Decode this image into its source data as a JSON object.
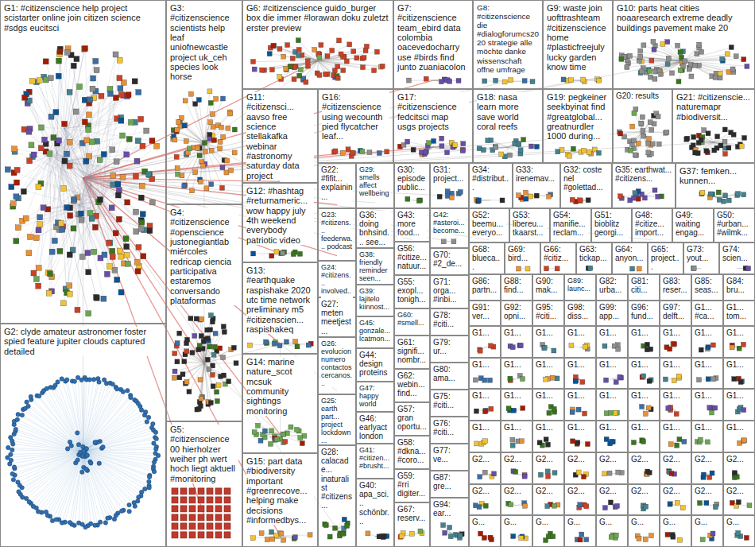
{
  "diagram": {
    "nodes": [
      {
        "text": [
          "G1: #citizenscience help project scistarter online join citizen science #sdgs eucitsci"
        ]
      },
      {
        "text": [
          "G2: clyde amateur astronomer foster spied feature jupiter clouds captured detailed"
        ]
      },
      {
        "text": [
          "G3: #citizenscience scientists help leaf uniofnewcastle project uk_ceh species look horse"
        ]
      },
      {
        "text": [
          "G6: #citizenscience guido_burger box die immer #lorawan doku zuletzt erster preview"
        ]
      },
      {
        "text": [
          "G7: #citizenscience team_ebird data colombia oacevedocharry use #birds find junto zuaniacolon"
        ]
      },
      {
        "text": [
          "G8: #citizenscience die #dialogforumcs2020 strategie alle möchte danke wissenschaft offne umfrage"
        ]
      },
      {
        "text": [
          "G9: waste join uofttrashteam #citizenscience home #plasticfreejuly lucky garden know time"
        ]
      },
      {
        "text": [
          "G10: parts heat cities noaaresearch extreme deadly buildings pavement make 20"
        ]
      },
      {
        "text": [
          "G4: #citizenscience #openscience justonegiantlab miércoles redricap ciencia participativa estaremos conversando plataformas"
        ]
      },
      {
        "text": [
          "G5: #citizenscience 00 hierholzer weiher ph wert hoch liegt aktuell #monitoring"
        ]
      },
      {
        "text": [
          "G11: #citizensci... aavso free science stellakafka webinar #astronomy saturday data project"
        ]
      },
      {
        "text": [
          "G12: #hashtag #returnameric... wow happy july 4th weekend everybody patriotic video"
        ]
      },
      {
        "text": [
          "G13: #earthquake raspishake 2020 utc time network preliminary m5 #citizenscien... raspishakeq"
        ]
      },
      {
        "text": [
          "G14: marine nature_scot mcsuk community sightings monitoring"
        ]
      },
      {
        "text": [
          "G15: part data #biodiversity important #greenrecove... helping make decisions #informedbys..."
        ]
      },
      {
        "text": [
          "G16: #citizenscience using wecounth pied flycatcher leaf..."
        ]
      },
      {
        "text": [
          "G17: #citizenscience fedcitsci map usgs projects"
        ]
      },
      {
        "text": [
          "G18: nasa learn more save world coral reefs"
        ]
      },
      {
        "text": [
          "G19: pegkeiner seekbyinat find #greatglobal... greatnurdler 1000 during..."
        ]
      },
      {
        "text": [
          "G20: results"
        ]
      },
      {
        "text": [
          "G21: #citizenscie... naturemapr #biodiversit..."
        ]
      },
      {
        "text": [
          "G22: #fifit... explainin..."
        ]
      },
      {
        "text": [
          "G29: smells affect wellbeing"
        ]
      },
      {
        "text": [
          "G30: episode public..."
        ]
      },
      {
        "text": [
          "G31: project..."
        ]
      },
      {
        "text": [
          "G34: #distribut..."
        ]
      },
      {
        "text": [
          "G33: irenemav..."
        ]
      },
      {
        "text": [
          "G32: coste nel #golettad..."
        ]
      },
      {
        "text": [
          "G35: earthwat... #citizens..."
        ]
      },
      {
        "text": [
          "G37: femken... kunnen..."
        ]
      },
      {
        "text": [
          "G23: #citizens... feederwa... podcast"
        ]
      },
      {
        "text": [
          "G24: #citizens... involved..."
        ]
      },
      {
        "text": [
          "G27: meten meetjest..."
        ]
      },
      {
        "text": [
          "G26: evolucion numero contactos cercanos..."
        ]
      },
      {
        "text": [
          "G25: earth part... project lockdown..."
        ]
      },
      {
        "text": [
          "G28: calacade... inaturalist #citizens..."
        ]
      },
      {
        "text": [
          "G36: doing bnhsind... see..."
        ]
      },
      {
        "text": [
          "G38: friendly reminder seen..."
        ]
      },
      {
        "text": [
          "G39: lajitelo kiinnost..."
        ]
      },
      {
        "text": [
          "G45: gonzale... lcatmon..."
        ]
      },
      {
        "text": [
          "G44: design proteins"
        ]
      },
      {
        "text": [
          "G47: happy world"
        ]
      },
      {
        "text": [
          "G46: earlyact london"
        ]
      },
      {
        "text": [
          "G41: #citizen... #brusht..."
        ]
      },
      {
        "text": [
          "G40: apa_sci... schönbr..."
        ]
      },
      {
        "text": [
          "G43: more food..."
        ]
      },
      {
        "text": [
          "G56: #citize... natuur..."
        ]
      },
      {
        "text": [
          "G55: exopl... tonigh..."
        ]
      },
      {
        "text": [
          "G60: #smell..."
        ]
      },
      {
        "text": [
          "G61: signifi... nombr..."
        ]
      },
      {
        "text": [
          "G62: webin... find..."
        ]
      },
      {
        "text": [
          "G57: gran oportu..."
        ]
      },
      {
        "text": [
          "G58: #dkna... #coro..."
        ]
      },
      {
        "text": [
          "G59: #rri digiter..."
        ]
      },
      {
        "text": [
          "G67: reserv..."
        ]
      },
      {
        "text": [
          "G42: #asteroi... become..."
        ]
      },
      {
        "text": [
          "G70: #2_de..."
        ]
      },
      {
        "text": [
          "G71: orga... #inbi..."
        ]
      },
      {
        "text": [
          "G78: #citi..."
        ]
      },
      {
        "text": [
          "G79: ur..."
        ]
      },
      {
        "text": [
          "G80: ama..."
        ]
      },
      {
        "text": [
          "G75: #citi..."
        ]
      },
      {
        "text": [
          "G76: #citi..."
        ]
      },
      {
        "text": [
          "G77: ve..."
        ]
      },
      {
        "text": [
          "G87: gre..."
        ]
      },
      {
        "text": [
          "G94: ear..."
        ]
      },
      {
        "text": [
          "G52: beemu... everyo..."
        ]
      },
      {
        "text": [
          "G53: libereu... tkaarst..."
        ]
      },
      {
        "text": [
          "G54: manifie... reclam..."
        ]
      },
      {
        "text": [
          "G51: bioblitz georgi..."
        ]
      },
      {
        "text": [
          "G48: #citize... import..."
        ]
      },
      {
        "text": [
          "G49: waiting engag..."
        ]
      },
      {
        "text": [
          "G50: #urban... #wilmk..."
        ]
      },
      {
        "text": [
          "G68: blueca..."
        ]
      },
      {
        "text": [
          "G69: bird..."
        ]
      },
      {
        "text": [
          "G66: #citiz..."
        ]
      },
      {
        "text": [
          "G63: tickap..."
        ]
      },
      {
        "text": [
          "G64: anyon..."
        ]
      },
      {
        "text": [
          "G65: project..."
        ]
      },
      {
        "text": [
          "G73: yout..."
        ]
      },
      {
        "text": [
          "G74: scien..."
        ]
      },
      {
        "text": [
          "G86: partn..."
        ]
      },
      {
        "text": [
          "G88: find..."
        ]
      },
      {
        "text": [
          "G90: mak..."
        ]
      },
      {
        "text": [
          "G89: launc..."
        ]
      },
      {
        "text": [
          "G82: urba..."
        ]
      },
      {
        "text": [
          "G81: citi..."
        ]
      },
      {
        "text": [
          "G83: reser..."
        ]
      },
      {
        "text": [
          "G85: seas..."
        ]
      },
      {
        "text": [
          "G84: bru..."
        ]
      },
      {
        "text": [
          "G91: ver..."
        ]
      },
      {
        "text": [
          "G92: opni..."
        ]
      },
      {
        "text": [
          "G95: #citi..."
        ]
      },
      {
        "text": [
          "G98: diss..."
        ]
      },
      {
        "text": [
          "G99: app..."
        ]
      },
      {
        "text": [
          "G96: fund..."
        ]
      },
      {
        "text": [
          "G97: delft..."
        ]
      },
      {
        "text": [
          "G1... #ca..."
        ]
      },
      {
        "text": [
          "G1... tom..."
        ]
      },
      {
        "text": [
          "G1..."
        ]
      },
      {
        "text": [
          "G1..."
        ]
      },
      {
        "text": [
          "G1..."
        ]
      },
      {
        "text": [
          "G1..."
        ]
      },
      {
        "text": [
          "G1..."
        ]
      },
      {
        "text": [
          "G1..."
        ]
      },
      {
        "text": [
          "G1..."
        ]
      },
      {
        "text": [
          "G1..."
        ]
      },
      {
        "text": [
          "G1..."
        ]
      },
      {
        "text": [
          "G1..."
        ]
      },
      {
        "text": [
          "G1..."
        ]
      },
      {
        "text": [
          "G1..."
        ]
      },
      {
        "text": [
          "G1..."
        ]
      },
      {
        "text": [
          "G1..."
        ]
      },
      {
        "text": [
          "G1..."
        ]
      },
      {
        "text": [
          "G1..."
        ]
      },
      {
        "text": [
          "G1..."
        ]
      },
      {
        "text": [
          "G1..."
        ]
      },
      {
        "text": [
          "G1..."
        ]
      },
      {
        "text": [
          "G1..."
        ]
      },
      {
        "text": [
          "G1..."
        ]
      },
      {
        "text": [
          "G1..."
        ]
      },
      {
        "text": [
          "G1..."
        ]
      },
      {
        "text": [
          "G1..."
        ]
      },
      {
        "text": [
          "G1..."
        ]
      },
      {
        "text": [
          "G1..."
        ]
      },
      {
        "text": [
          "G1..."
        ]
      },
      {
        "text": [
          "G1..."
        ]
      },
      {
        "text": [
          "G1..."
        ]
      },
      {
        "text": [
          "G1..."
        ]
      },
      {
        "text": [
          "G1..."
        ]
      },
      {
        "text": [
          "G1..."
        ]
      },
      {
        "text": [
          "G1..."
        ]
      },
      {
        "text": [
          "G1..."
        ]
      },
      {
        "text": [
          "G1..."
        ]
      },
      {
        "text": [
          "G1..."
        ]
      },
      {
        "text": [
          "G2..."
        ]
      },
      {
        "text": [
          "G2..."
        ]
      },
      {
        "text": [
          "G2..."
        ]
      },
      {
        "text": [
          "G2..."
        ]
      },
      {
        "text": [
          "G2..."
        ]
      },
      {
        "text": [
          "G2..."
        ]
      },
      {
        "text": [
          "G2..."
        ]
      },
      {
        "text": [
          "G2..."
        ]
      },
      {
        "text": [
          "G2..."
        ]
      },
      {
        "text": [
          "G2..."
        ]
      },
      {
        "text": [
          "G2..."
        ]
      },
      {
        "text": [
          "G2..."
        ]
      },
      {
        "text": [
          "G2..."
        ]
      },
      {
        "text": [
          "G2..."
        ]
      },
      {
        "text": [
          "G2..."
        ]
      },
      {
        "text": [
          "G2..."
        ]
      },
      {
        "text": [
          "G2..."
        ]
      },
      {
        "text": [
          "G2..."
        ]
      },
      {
        "text": [
          "G..."
        ]
      },
      {
        "text": [
          "G..."
        ]
      },
      {
        "text": [
          "G..."
        ]
      },
      {
        "text": [
          "G..."
        ]
      },
      {
        "text": [
          "G..."
        ]
      },
      {
        "text": [
          "G..."
        ]
      },
      {
        "text": [
          "G..."
        ]
      },
      {
        "text": [
          "G..."
        ]
      },
      {
        "text": [
          "G..."
        ]
      }
    ]
  }
}
